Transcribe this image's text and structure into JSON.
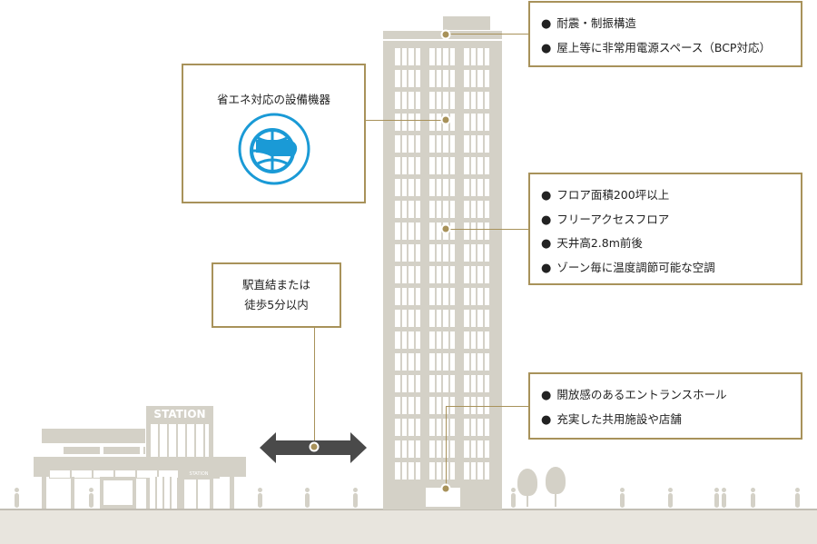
{
  "colors": {
    "accent": "#a8925a",
    "building": "#d4d1c7",
    "ground": "#e8e5de",
    "arrow": "#4a4a4a",
    "eco_icon": "#1a9ad6"
  },
  "callouts": {
    "roof": [
      "耐震・制振構造",
      "屋上等に非常用電源スペース（BCP対応）"
    ],
    "eco": {
      "title": "省エネ対応の設備機器",
      "icon": "energy-saving-globe-icon"
    },
    "floor": [
      "フロア面積200坪以上",
      "フリーアクセスフロア",
      "天井高2.8m前後",
      "ゾーン毎に温度調節可能な空調"
    ],
    "station": {
      "line1": "駅直結または",
      "line2": "徒歩5分以内"
    },
    "entrance": [
      "開放感のあるエントランスホール",
      "充実した共用施設や店舗"
    ]
  },
  "station": {
    "sign": "STATION",
    "sign_small": "STATION"
  }
}
